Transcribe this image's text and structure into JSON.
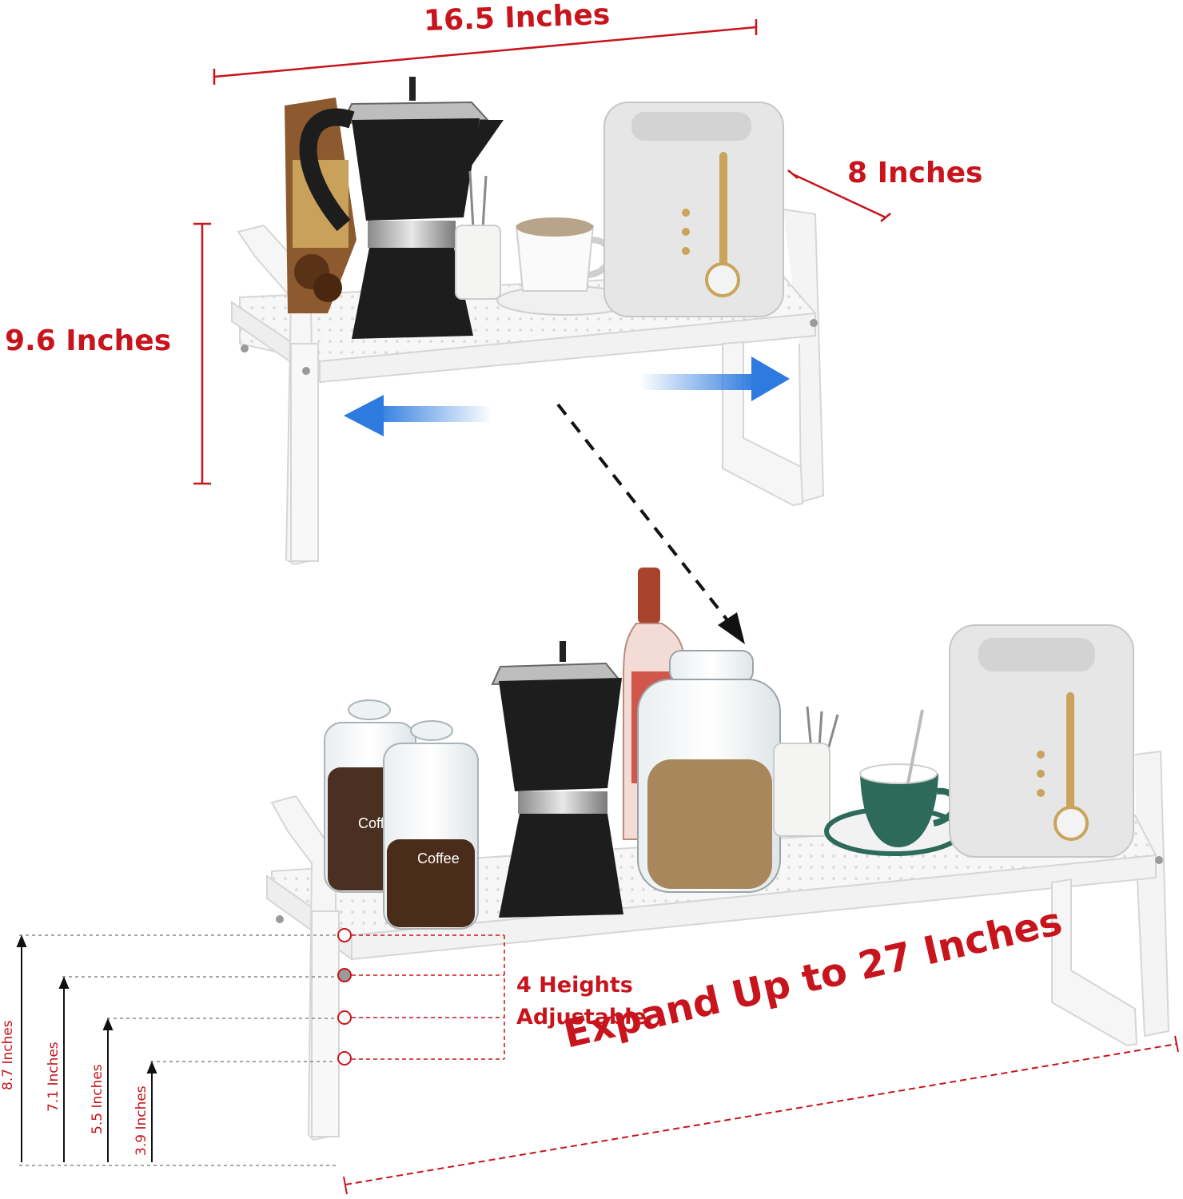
{
  "product": {
    "colors": {
      "dimension_red": "#c8141c",
      "arrow_blue": "#2e7be0",
      "shelf_white": "#f7f7f7",
      "outline": "#d6d6d6"
    },
    "collapsed_view": {
      "width_label": "16.5 Inches",
      "depth_label": "8 Inches",
      "height_label": "9.6 Inches"
    },
    "expanded_view": {
      "heights_label_line1": "4 Heights",
      "heights_label_line2": "Adjustable",
      "expand_label": "Expand Up to 27 Inches",
      "height_options": [
        "8.7 Inches",
        "7.1 Inches",
        "5.5 Inches",
        "3.9 Inches"
      ],
      "jar_label": "Coffee"
    }
  }
}
